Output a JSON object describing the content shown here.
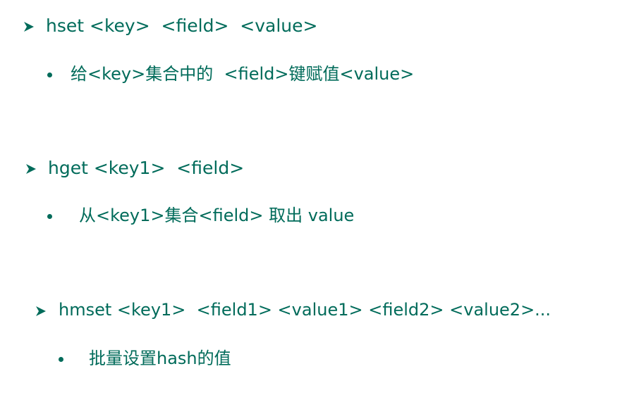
{
  "items": [
    {
      "command": "hset <key>  <field>  <value>",
      "description": "给<key>集合中的  <field>键赋值<value>"
    },
    {
      "command": "hget <key1>  <field>",
      "description": "从<key1>集合<field> 取出 value"
    },
    {
      "command": "hmset <key1>  <field1> <value1> <field2> <value2>...",
      "description": "批量设置hash的值"
    }
  ],
  "colors": {
    "text": "#006b5a"
  },
  "icons": {
    "command_marker": "arrowhead-icon",
    "description_marker": "bullet-icon"
  }
}
